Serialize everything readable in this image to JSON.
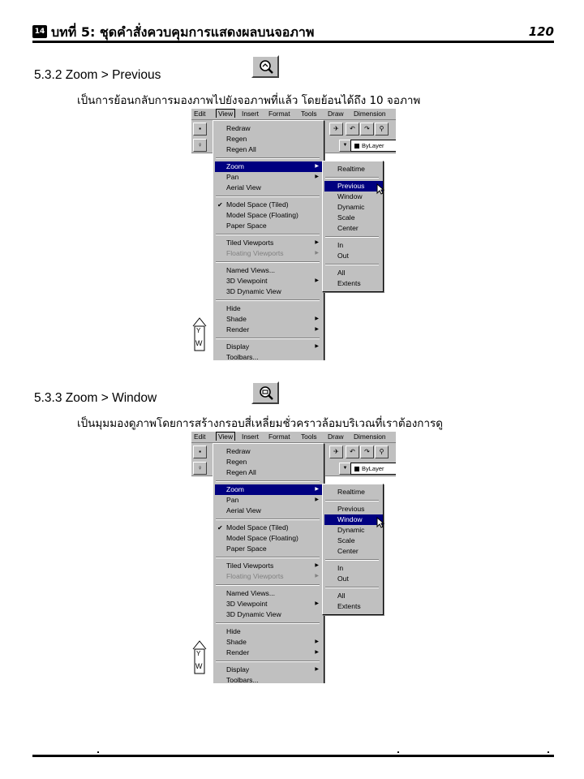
{
  "header": {
    "chapter_icon": "14",
    "title": "บทที่ 5: ชุดคำสั่งควบคุมการแสดงผลบนจอภาพ",
    "page_number": "120"
  },
  "sections": [
    {
      "title": "5.3.2 Zoom > Previous",
      "description": "เป็นการย้อนกลับการมองภาพไปยังจอภาพที่แล้ว โดยย้อนได้ถึง 10 จอภาพ",
      "toolbar_icon": "zoom-previous-icon",
      "highlighted_item": "Previous"
    },
    {
      "title": "5.3.3 Zoom > Window",
      "description": "เป็นมุมมองดูภาพโดยการสร้างกรอบสี่เหลี่ยมชั่วคราวล้อมบริเวณที่เราต้องการดู",
      "toolbar_icon": "zoom-window-icon",
      "highlighted_item": "Window"
    }
  ],
  "screenshot": {
    "menubar": [
      "Edit",
      "View",
      "Insert",
      "Format",
      "Tools",
      "Draw",
      "Dimension"
    ],
    "layer_label": "ByLayer",
    "view_menu": [
      "Redraw",
      "Regen",
      "Regen All",
      "Zoom",
      "Pan",
      "Aerial View",
      "Model Space (Tiled)",
      "Model Space (Floating)",
      "Paper Space",
      "Tiled Viewports",
      "Floating Viewports",
      "Named Views...",
      "3D Viewpoint",
      "3D Dynamic View",
      "Hide",
      "Shade",
      "Render",
      "Display",
      "Toolbars..."
    ],
    "zoom_menu": [
      "Realtime",
      "Previous",
      "Window",
      "Dynamic",
      "Scale",
      "Center",
      "In",
      "Out",
      "All",
      "Extents"
    ],
    "checked_item": "Model Space (Tiled)",
    "disabled_item": "Floating Viewports",
    "submenu_items": [
      "Zoom",
      "Pan",
      "Tiled Viewports",
      "Floating Viewports",
      "3D Viewpoint",
      "Shade",
      "Render",
      "Display"
    ],
    "ucs_labels": [
      "Y",
      "W"
    ]
  },
  "colors": {
    "menu_face": "#c0c0c0",
    "selection": "#000080",
    "rule": "#000000"
  }
}
